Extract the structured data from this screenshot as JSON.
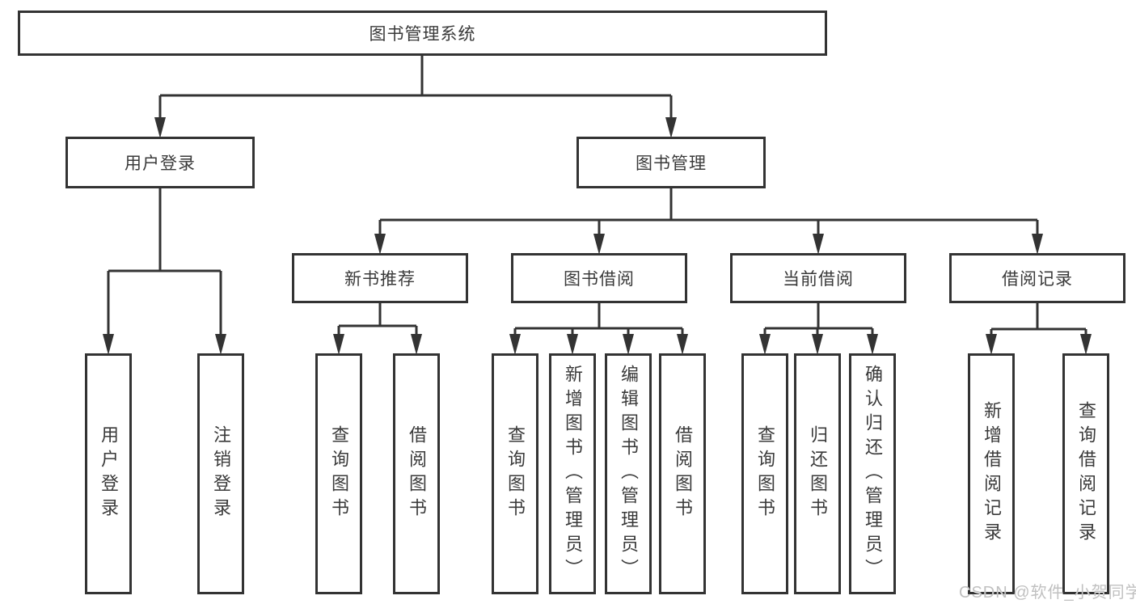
{
  "diagram": {
    "root": {
      "label": "图书管理系统"
    },
    "branches": [
      {
        "label": "用户登录",
        "children": [
          {
            "label": "用户登录"
          },
          {
            "label": "注销登录"
          }
        ]
      },
      {
        "label": "图书管理",
        "children": [
          {
            "label": "新书推荐",
            "children": [
              {
                "label": "查询图书"
              },
              {
                "label": "借阅图书"
              }
            ]
          },
          {
            "label": "图书借阅",
            "children": [
              {
                "label": "查询图书"
              },
              {
                "label": "新增图书（管理员）"
              },
              {
                "label": "编辑图书（管理员）"
              },
              {
                "label": "借阅图书"
              }
            ]
          },
          {
            "label": "当前借阅",
            "children": [
              {
                "label": "查询图书"
              },
              {
                "label": "归还图书"
              },
              {
                "label": "确认归还（管理员）"
              }
            ]
          },
          {
            "label": "借阅记录",
            "children": [
              {
                "label": "新增借阅记录"
              },
              {
                "label": "查询借阅记录"
              }
            ]
          }
        ]
      }
    ]
  },
  "watermark": {
    "text": "CSDN @软件_小贺同学"
  },
  "colors": {
    "line": "#333333",
    "box_border": "#333333",
    "text": "#3a3a3a",
    "watermark": "#c0c0c0",
    "background": "#ffffff"
  }
}
